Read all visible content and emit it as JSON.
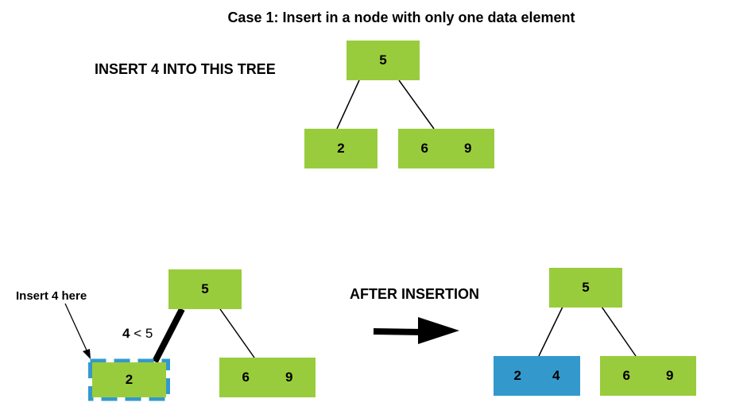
{
  "title": "Case 1: Insert in a node with only one data element",
  "top_label": "INSERT  4  INTO  THIS  TREE",
  "insert_here_label": "Insert 4 here",
  "comparison": {
    "left": "4",
    "op": " < ",
    "right": "5"
  },
  "after_label": "AFTER  INSERTION",
  "colors": {
    "node_green": "#99cc3c",
    "node_blue": "#3399cc",
    "line": "#000000"
  },
  "trees": {
    "initial": {
      "root": [
        "5"
      ],
      "left": [
        "2"
      ],
      "right": [
        "6",
        "9"
      ]
    },
    "before_insert": {
      "root": [
        "5"
      ],
      "left": [
        "2"
      ],
      "right": [
        "6",
        "9"
      ]
    },
    "after_insert": {
      "root": [
        "5"
      ],
      "left": [
        "2",
        "4"
      ],
      "right": [
        "6",
        "9"
      ]
    }
  }
}
